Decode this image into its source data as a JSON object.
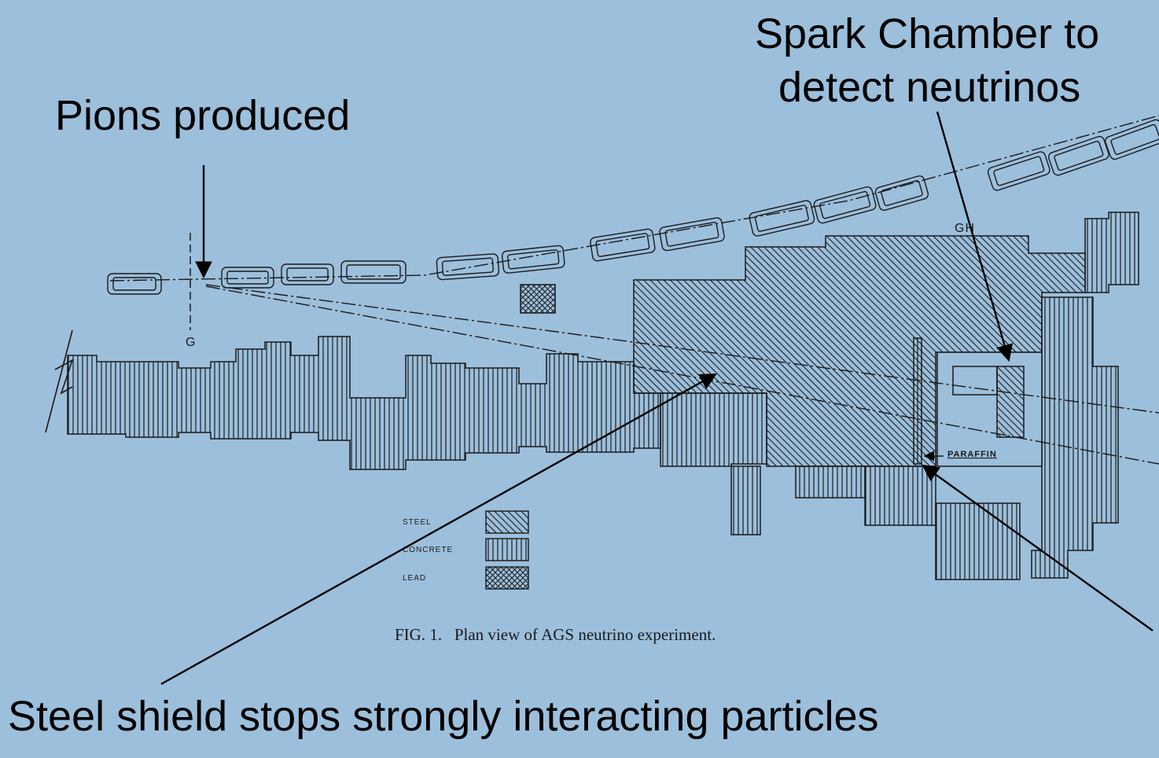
{
  "callouts": {
    "pions": "Pions produced",
    "spark_line1": "Spark Chamber to",
    "spark_line2": "detect neutrinos",
    "steel": "Steel shield stops strongly interacting particles"
  },
  "figure": {
    "caption": "FIG. 1.   Plan view of AGS neutrino experiment.",
    "marker_g": "G",
    "marker_gh": "GH",
    "paraffin": "PARAFFIN",
    "legend": [
      {
        "label": "STEEL",
        "pattern": "steel"
      },
      {
        "label": "CONCRETE",
        "pattern": "concrete"
      },
      {
        "label": "LEAD",
        "pattern": "lead"
      }
    ]
  },
  "colors": {
    "background": "#9cbfdc",
    "ink": "#1a1a1a"
  }
}
